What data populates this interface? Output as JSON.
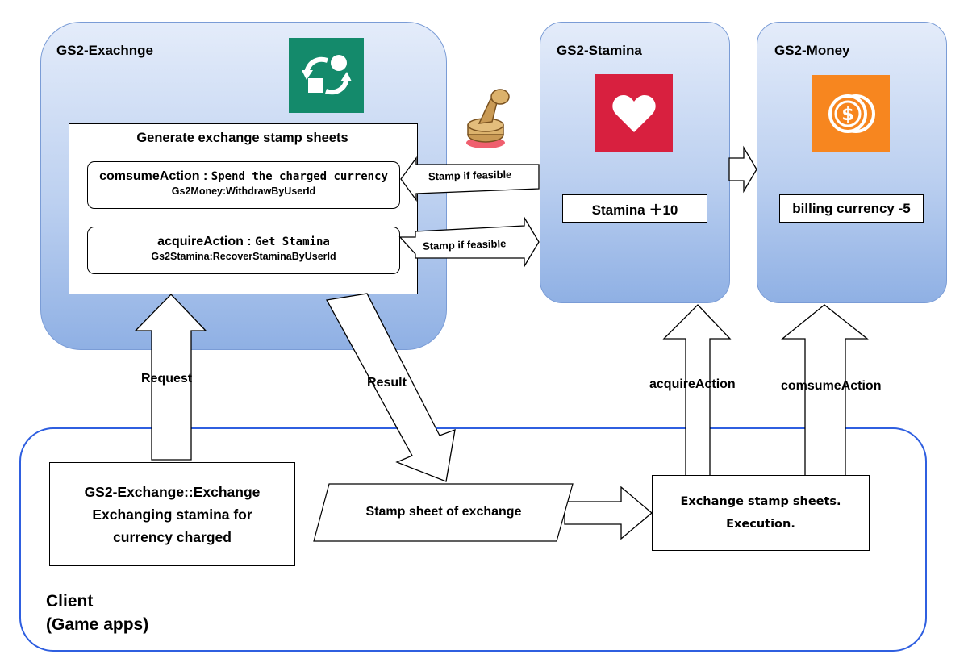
{
  "exchange_panel": {
    "title": "GS2-Exachnge",
    "icon": "exchange-arrows-icon",
    "sheet_title": "Generate exchange stamp sheets",
    "consume": {
      "label": "comsumeAction :",
      "description": "Spend the charged currency",
      "method": "Gs2Money:WithdrawByUserId"
    },
    "acquire": {
      "label": "acquireAction :",
      "description": "Get Stamina",
      "method": "Gs2Stamina:RecoverStaminaByUserId"
    }
  },
  "stamina_panel": {
    "title": "GS2-Stamina",
    "icon": "heart-icon",
    "value_box": "Stamina ＋10"
  },
  "money_panel": {
    "title": "GS2-Money",
    "icon": "dollar-coin-icon",
    "value_box": "billing currency -5"
  },
  "stamp_icon": "rubber-stamp-icon",
  "arrows": {
    "stamp_consume": "Stamp if feasible",
    "stamp_acquire": "Stamp if feasible",
    "request": "Request",
    "result": "Result",
    "acquire_action": "acquireAction",
    "consume_action": "comsumeAction"
  },
  "client": {
    "label_line1": "Client",
    "label_line2": "(Game apps)",
    "exchange_call": [
      "GS2-Exchange::Exchange",
      "Exchanging stamina for",
      "currency charged"
    ],
    "stamp_sheet": "Stamp sheet of exchange",
    "execution": [
      "Exchange stamp sheets.",
      "Execution."
    ]
  },
  "colors": {
    "panel_top": "#e4ecfa",
    "panel_bottom": "#8fb0e4",
    "client_border": "#2f5fe0",
    "exchange_icon_bg": "#148a6b",
    "stamina_icon_bg": "#d8203f",
    "money_icon_bg": "#f7861f"
  }
}
